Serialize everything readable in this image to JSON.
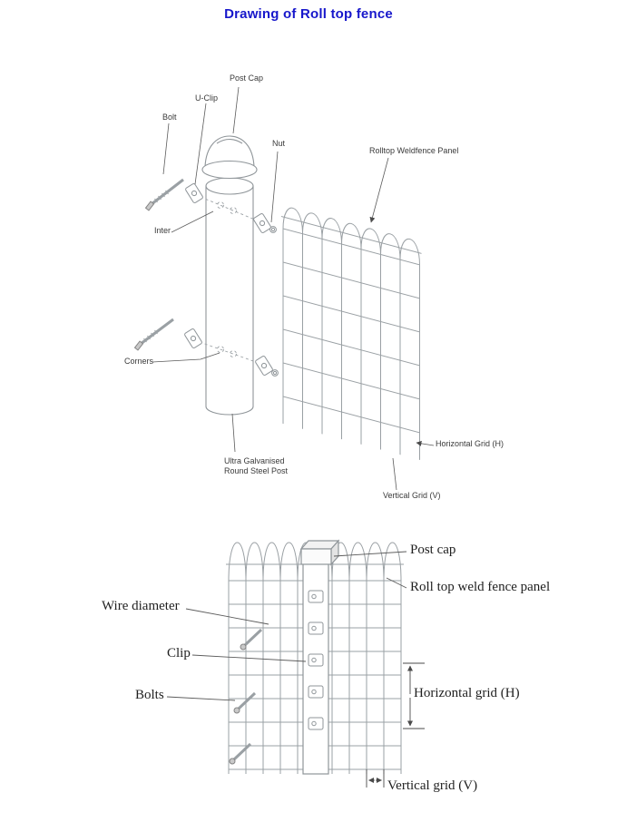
{
  "page": {
    "title": "Drawing of Roll top fence"
  },
  "colors": {
    "title": "#1717cb",
    "line_art": "#9aa0a4",
    "leader_line": "#5b5b5b",
    "label_text": "#333333"
  },
  "top_diagram": {
    "labels": {
      "post_cap": "Post Cap",
      "u_clip": "U-Clip",
      "bolt": "Bolt",
      "nut": "Nut",
      "panel": "Rolltop Weldfence Panel",
      "inter": "Inter",
      "corners": "Corners",
      "post_line1": "Ultra Galvanised",
      "post_line2": "Round Steel Post",
      "horizontal_grid": "Horizontal Grid (H)",
      "vertical_grid": "Vertical Grid (V)"
    }
  },
  "bottom_diagram": {
    "labels": {
      "post_cap": "Post cap",
      "panel": "Roll top weld fence panel",
      "wire_diameter": "Wire diameter",
      "clip": "Clip",
      "bolts": "Bolts",
      "horizontal_grid": "Horizontal grid (H)",
      "vertical_grid": "Vertical grid (V)"
    }
  }
}
